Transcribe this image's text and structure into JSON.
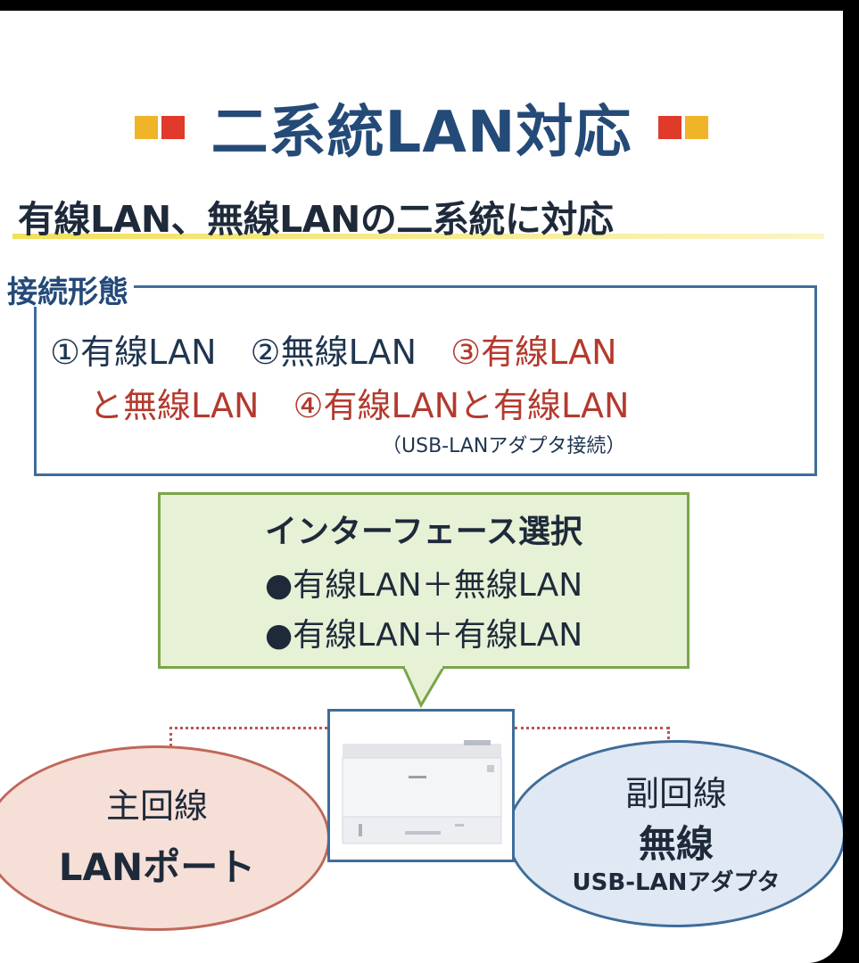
{
  "title": "二系統LAN対応",
  "subtitle": "有線LAN、無線LANの二系統に対応",
  "connection": {
    "label": "接続形態",
    "line1_a": "①有線LAN　②無線LAN　",
    "line1_b": "③有線LAN",
    "line2_a": "と無線LAN　",
    "line2_b": "④有線LANと有線LAN",
    "note": "（USB-LANアダプタ接続）"
  },
  "interface": {
    "title": "インターフェース選択",
    "item1": "●有線LAN＋無線LAN",
    "item2": "●有線LAN＋有線LAN"
  },
  "main_line": {
    "label": "主回線",
    "type": "LANポート"
  },
  "sub_line": {
    "label": "副回線",
    "type": "無線",
    "detail": "USB-LANアダプタ"
  },
  "colors": {
    "title": "#244a78",
    "accent_red": "#e03a2a",
    "accent_yellow": "#f0b429",
    "option_red": "#b33a2e",
    "callout_green": "#e7f1d6"
  }
}
